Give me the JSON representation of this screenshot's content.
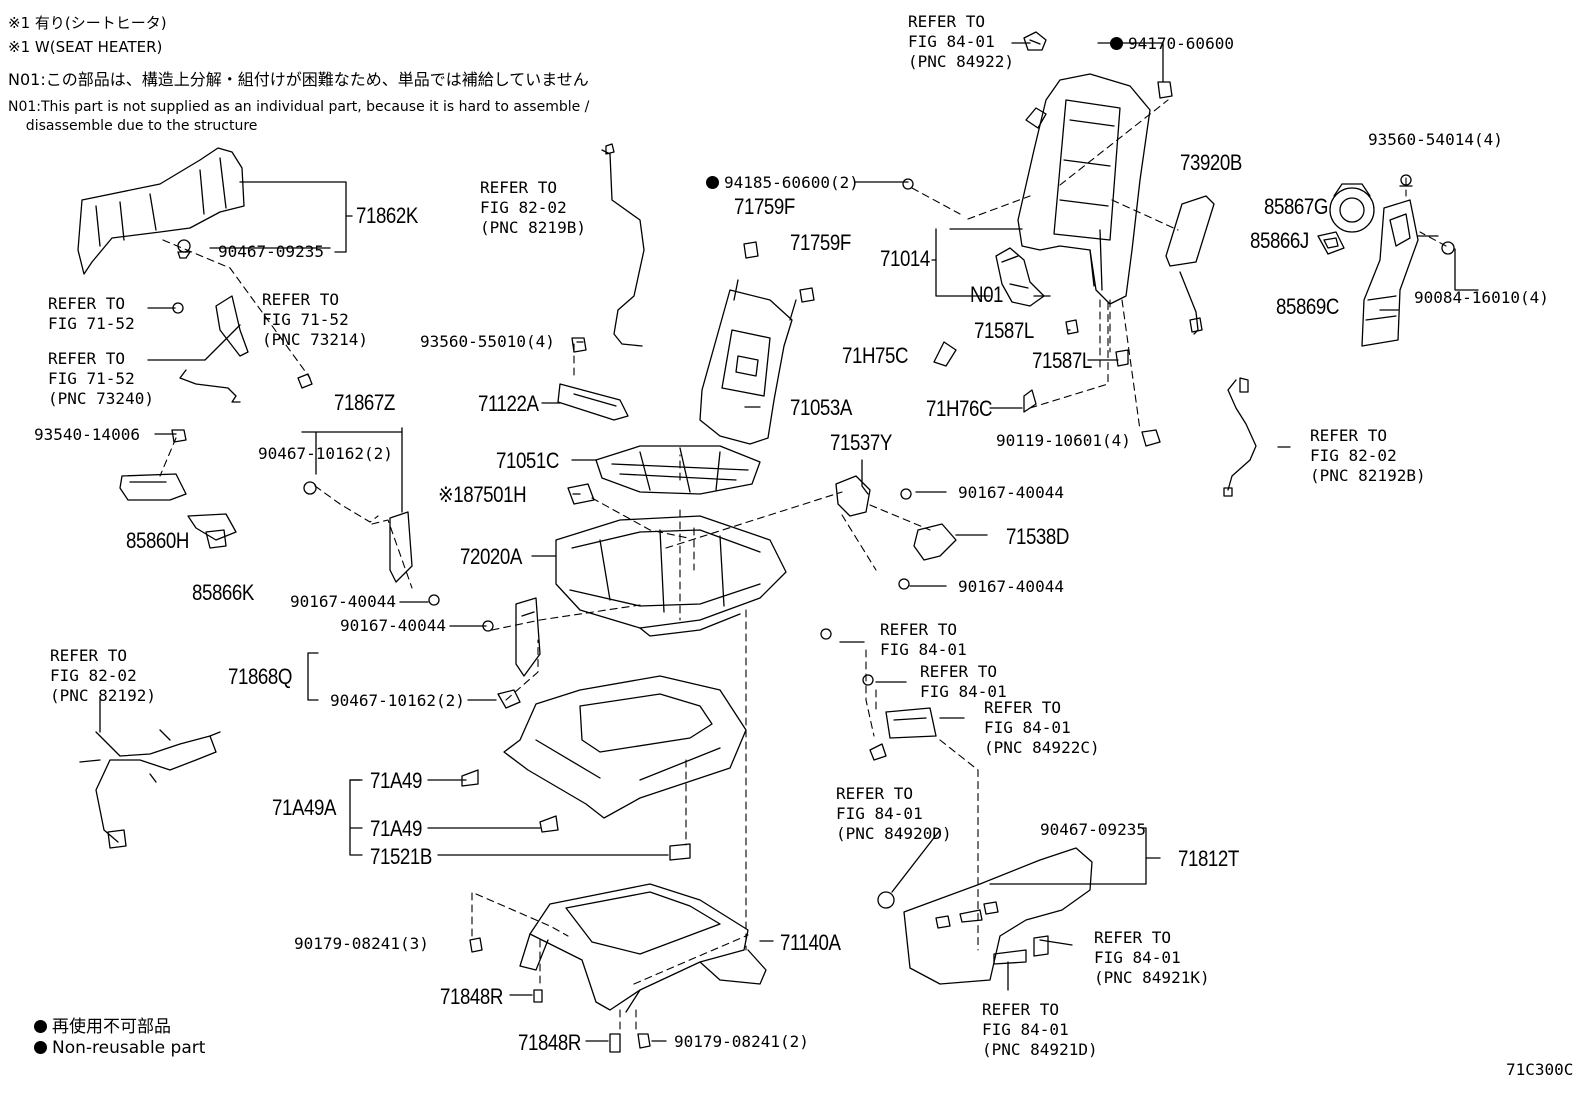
{
  "notes": {
    "l1": "※1 有り(シートヒータ)",
    "l2": "※1 W(SEAT HEATER)",
    "l3": "N01:この部品は、構造上分解・組付けが困難なため、単品では補給していません",
    "l4": "N01:This part is not supplied as an individual part, because it is hard to assemble /",
    "l5": "    disassemble due to the structure"
  },
  "refs": {
    "r84922": "REFER TO\nFIG 84-01\n(PNC 84922)",
    "r8219B": "REFER TO\nFIG 82-02\n(PNC 8219B)",
    "r7152a": "REFER TO\nFIG 71-52",
    "r73214": "REFER TO\nFIG 71-52\n(PNC 73214)",
    "r73240": "REFER TO\nFIG 71-52\n(PNC 73240)",
    "r82192B": "REFER TO\nFIG 82-02\n(PNC 82192B)",
    "r82192": "REFER TO\nFIG 82-02\n(PNC 82192)",
    "r8401a": "REFER TO\nFIG 84-01",
    "r8401b": "REFER TO\nFIG 84-01",
    "r84922C": "REFER TO\nFIG 84-01\n(PNC 84922C)",
    "r84920D": "REFER TO\nFIG 84-01\n(PNC 84920D)",
    "r84921K": "REFER TO\nFIG 84-01\n(PNC 84921K)",
    "r84921D": "REFER TO\nFIG 84-01\n(PNC 84921D)"
  },
  "parts": {
    "p94170": "94170-60600",
    "p94185": "94185-60600(2)",
    "p71862K": "71862K",
    "p9046709235a": "90467-09235",
    "p71759F_1": "71759F",
    "p71759F_2": "71759F",
    "p73920B": "73920B",
    "p9356054014": "93560-54014(4)",
    "p85867G": "85867G",
    "p85866J": "85866J",
    "p85869C": "85869C",
    "p9008416010": "90084-16010(4)",
    "p71014": "71014",
    "pN01": "N01",
    "p71587L_1": "71587L",
    "p71587L_2": "71587L",
    "p71H75C": "71H75C",
    "p71H76C": "71H76C",
    "p9011910601": "90119-10601(4)",
    "p9356055010": "93560-55010(4)",
    "p71122A": "71122A",
    "p71053A": "71053A",
    "p9354014006": "93540-14006",
    "p71867Z": "71867Z",
    "p9046710162a": "90467-10162(2)",
    "p85860H": "85860H",
    "p85866K": "85866K",
    "p71051C": "71051C",
    "p87501H": "※187501H",
    "p71537Y": "71537Y",
    "p9016740044a": "90167-40044",
    "p71538D": "71538D",
    "p9016740044b": "90167-40044",
    "p72020A": "72020A",
    "p9016740044c": "90167-40044",
    "p9016740044d": "90167-40044",
    "p71868Q": "71868Q",
    "p9046710162b": "90467-10162(2)",
    "p71A49A": "71A49A",
    "p71A49_1": "71A49",
    "p71A49_2": "71A49",
    "p71521B": "71521B",
    "p9046709235b": "90467-09235",
    "p71812T": "71812T",
    "p9017908241a": "90179-08241(3)",
    "p71140A": "71140A",
    "p71848R_1": "71848R",
    "p71848R_2": "71848R",
    "p9017908241b": "90179-08241(2)"
  },
  "legend": {
    "jp": "再使用不可部品",
    "en": "Non-reusable part"
  },
  "figure_code": "71C300C"
}
